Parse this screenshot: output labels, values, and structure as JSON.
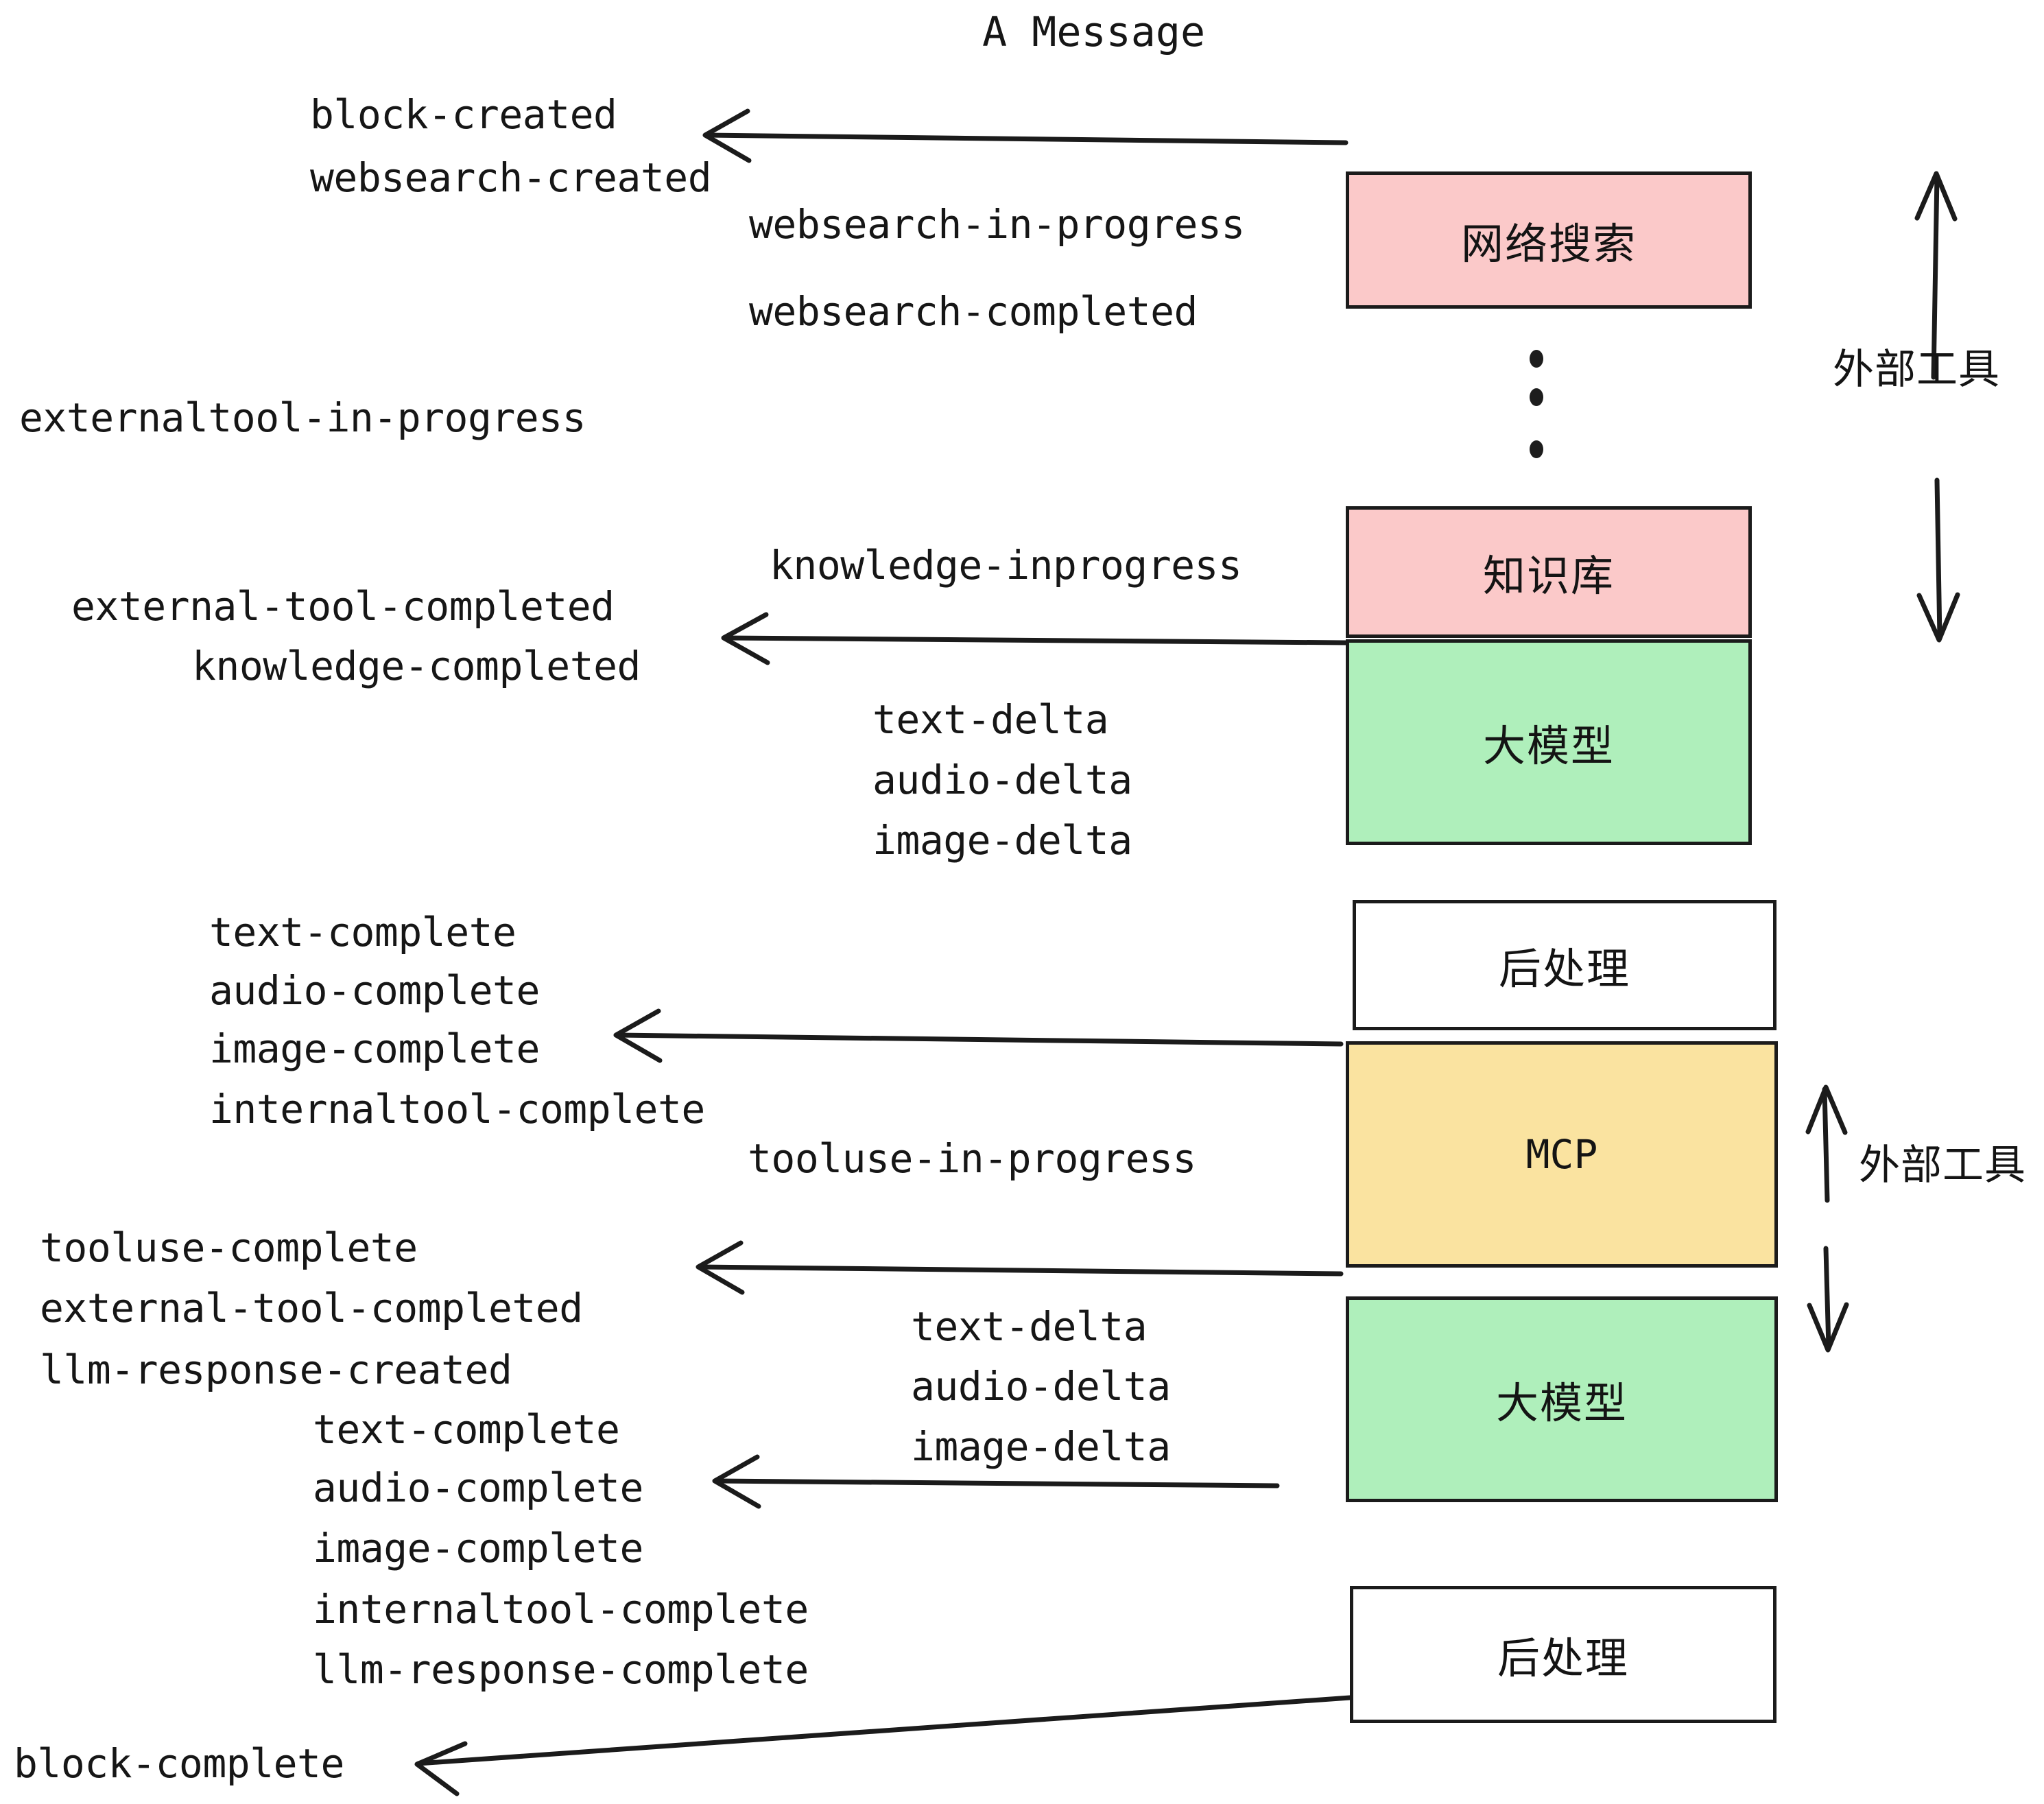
{
  "title": "A Message",
  "colors": {
    "pink": "#FBC9C9",
    "green": "#AFEFBB",
    "yellow": "#FAE3A0",
    "white": "#FFFFFF",
    "stroke": "#1b1b1b",
    "text": "#161616"
  },
  "boxes": [
    {
      "id": "websearch",
      "label": "网络搜索",
      "fill": "#FBC9C9",
      "latin": false
    },
    {
      "id": "knowledge",
      "label": "知识库",
      "fill": "#FBC9C9",
      "latin": false
    },
    {
      "id": "llm-top",
      "label": "大模型",
      "fill": "#AFEFBB",
      "latin": false
    },
    {
      "id": "post-top",
      "label": "后处理",
      "fill": "#FFFFFF",
      "latin": false
    },
    {
      "id": "mcp",
      "label": "MCP",
      "fill": "#FAE3A0",
      "latin": true
    },
    {
      "id": "llm-bottom",
      "label": "大模型",
      "fill": "#AFEFBB",
      "latin": false
    },
    {
      "id": "post-bottom",
      "label": "后处理",
      "fill": "#FFFFFF",
      "latin": false
    }
  ],
  "side_labels": [
    {
      "id": "external-tool-top",
      "label": "外部工具"
    },
    {
      "id": "external-tool-bottom",
      "label": "外部工具"
    }
  ],
  "events": {
    "block_created": "block-created",
    "websearch_created": "websearch-created",
    "websearch_in_progress": "websearch-in-progress",
    "websearch_completed": "websearch-completed",
    "externaltool_in_progress": "externaltool-in-progress",
    "knowledge_inprogress": "knowledge-inprogress",
    "external_tool_completed_1": "external-tool-completed",
    "knowledge_completed": "knowledge-completed",
    "text_delta_1": "text-delta",
    "audio_delta_1": "audio-delta",
    "image_delta_1": "image-delta",
    "text_complete_1": "text-complete",
    "audio_complete_1": "audio-complete",
    "image_complete_1": "image-complete",
    "internaltool_complete_1": "internaltool-complete",
    "tooluse_in_progress": "tooluse-in-progress",
    "tooluse_complete": "tooluse-complete",
    "external_tool_completed_2": "external-tool-completed",
    "llm_response_created": "llm-response-created",
    "text_delta_2": "text-delta",
    "audio_delta_2": "audio-delta",
    "image_delta_2": "image-delta",
    "text_complete_2": "text-complete",
    "audio_complete_2": "audio-complete",
    "image_complete_2": "image-complete",
    "internaltool_complete_2": "internaltool-complete",
    "llm_response_complete": "llm-response-complete",
    "block_complete": "block-complete"
  }
}
